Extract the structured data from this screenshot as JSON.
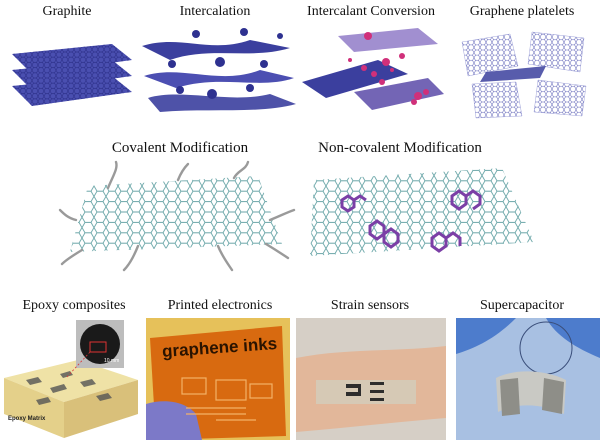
{
  "top_row": [
    {
      "label": "Graphite"
    },
    {
      "label": "Intercalation"
    },
    {
      "label": "Intercalant Conversion"
    },
    {
      "label": "Graphene platelets"
    }
  ],
  "middle_row": [
    {
      "label": "Covalent Modification"
    },
    {
      "label": "Non-covalent Modification"
    }
  ],
  "bottom_row": [
    {
      "label": "Epoxy composites",
      "inset_scale": "10 mm",
      "matrix_label": "Epoxy Matrix"
    },
    {
      "label": "Printed electronics",
      "printed_text": "graphene inks"
    },
    {
      "label": "Strain sensors"
    },
    {
      "label": "Supercapacitor"
    }
  ],
  "colors": {
    "graphite_blue": "#3b3f9e",
    "sheet_violet": "#7a5fb8",
    "magenta_atoms": "#d0307a",
    "hex_teal": "#6aa6a8",
    "molecule_purple": "#7b3fa6",
    "printed_orange": "#d86a10"
  }
}
